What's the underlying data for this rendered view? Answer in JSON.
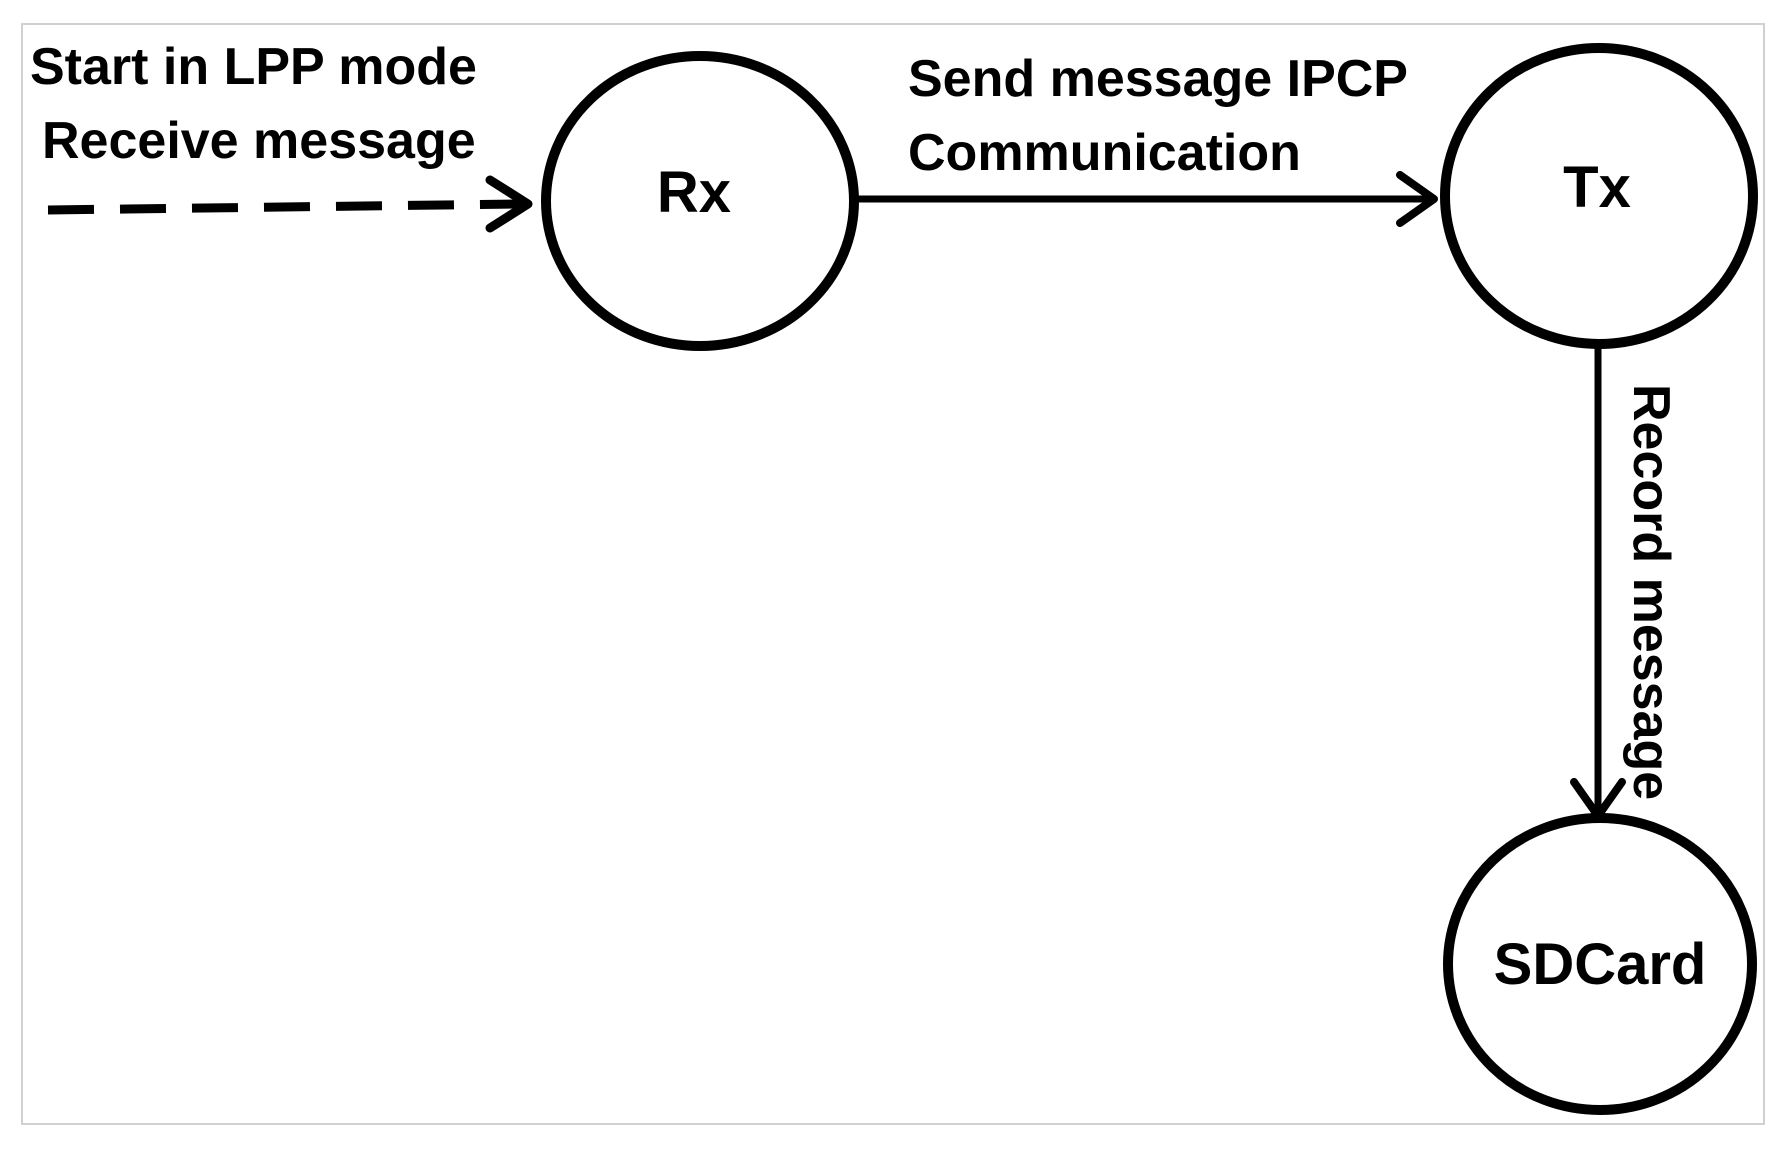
{
  "diagram": {
    "nodes": [
      {
        "id": "rx",
        "label": "Rx"
      },
      {
        "id": "tx",
        "label": "Tx"
      },
      {
        "id": "sdcard",
        "label": "SDCard"
      }
    ],
    "start_labels": {
      "line1": "Start in LPP mode",
      "line2": "Receive message"
    },
    "edges": [
      {
        "from": "start",
        "to": "rx",
        "style": "dashed"
      },
      {
        "from": "rx",
        "to": "tx",
        "style": "solid",
        "label_line1": "Send message IPCP",
        "label_line2": "Communication"
      },
      {
        "from": "tx",
        "to": "sdcard",
        "style": "solid",
        "label": "Record message"
      }
    ],
    "colors": {
      "stroke": "#000000",
      "frame": "#d0d0d0",
      "background": "#ffffff"
    }
  }
}
